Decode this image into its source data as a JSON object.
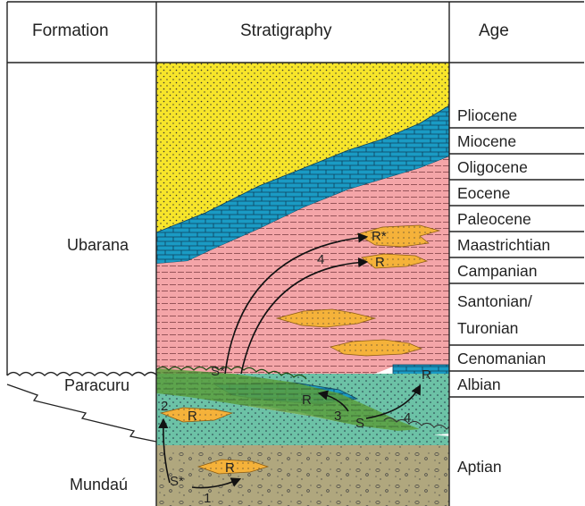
{
  "headers": {
    "formation": "Formation",
    "stratigraphy": "Stratigraphy",
    "age": "Age"
  },
  "formations": [
    "Ubarana",
    "Paracuru",
    "Mundaú"
  ],
  "ages": [
    "Pliocene",
    "Miocene",
    "Oligocene",
    "Eocene",
    "Paleocene",
    "Maastrichtian",
    "Campanian",
    "Santonian/",
    "Turonian",
    "Cenomanian",
    "Albian",
    "Aptian"
  ],
  "markers": {
    "reservoir": "R",
    "reservoir_star": "R*",
    "source": "S",
    "source_star": "S*"
  },
  "paths": [
    "1",
    "2",
    "3",
    "4"
  ],
  "colors": {
    "sand_yellow": "#f7e52a",
    "carbonate_blue": "#1a9bc4",
    "shale_pink": "#f4a5a8",
    "sandstone_teal": "#6cc2a6",
    "shale_green": "#5a9f3d",
    "conglomerate_olive": "#b0a77e",
    "reservoir_orange": "#f5b23a"
  }
}
